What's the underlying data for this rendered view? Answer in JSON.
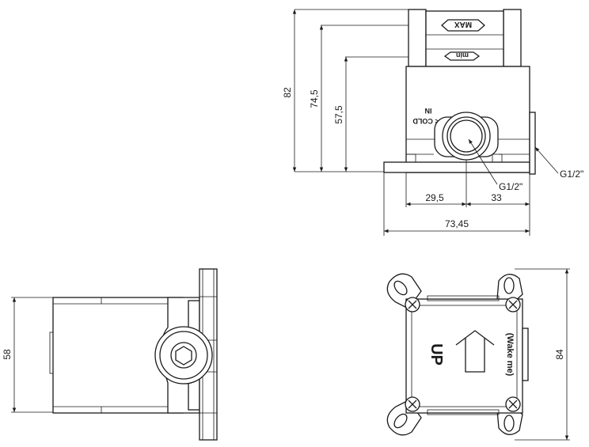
{
  "top_view": {
    "dims": {
      "h82": "82",
      "h745": "74,5",
      "h575": "57,5",
      "w295": "29,5",
      "w33": "33",
      "w7345": "73,45"
    },
    "thread_front": "G1/2\"",
    "thread_side": "G1/2\"",
    "label_max": "MAX",
    "label_min": "min",
    "label_in": "IN",
    "label_cold": "< COLD"
  },
  "side_view": {
    "dim_height": "58"
  },
  "front_view": {
    "dim_height": "84",
    "up_label": "UP",
    "wake_label": "(Wake me)"
  }
}
